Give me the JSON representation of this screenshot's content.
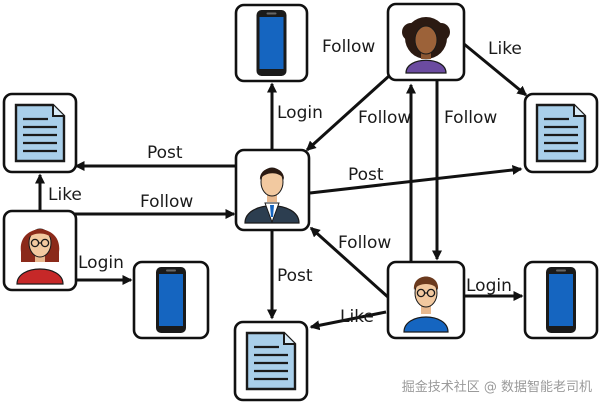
{
  "colors": {
    "edge": "#111111",
    "phone_screen": "#1565C0",
    "doc_paper": "#A9CFEA",
    "watermark": "#9a9a9a"
  },
  "edges": {
    "user_to_phone_top": "Login",
    "user_to_doc_left": "Post",
    "user_to_doc_right": "Post",
    "user_to_doc_bottom": "Post",
    "woman_to_user": "Follow",
    "woman_to_doc_left": "Like",
    "woman_to_phone_left": "Login",
    "afro_to_user": "Follow",
    "afro_to_doc_right": "Like",
    "afro_to_glasses": "Follow",
    "glasses_to_afro": "Follow",
    "glasses_to_user": "Follow",
    "glasses_to_doc_bottom": "Like",
    "glasses_to_phone_right": "Login"
  },
  "watermark": "掘金技术社区 @ 数据智能老司机"
}
